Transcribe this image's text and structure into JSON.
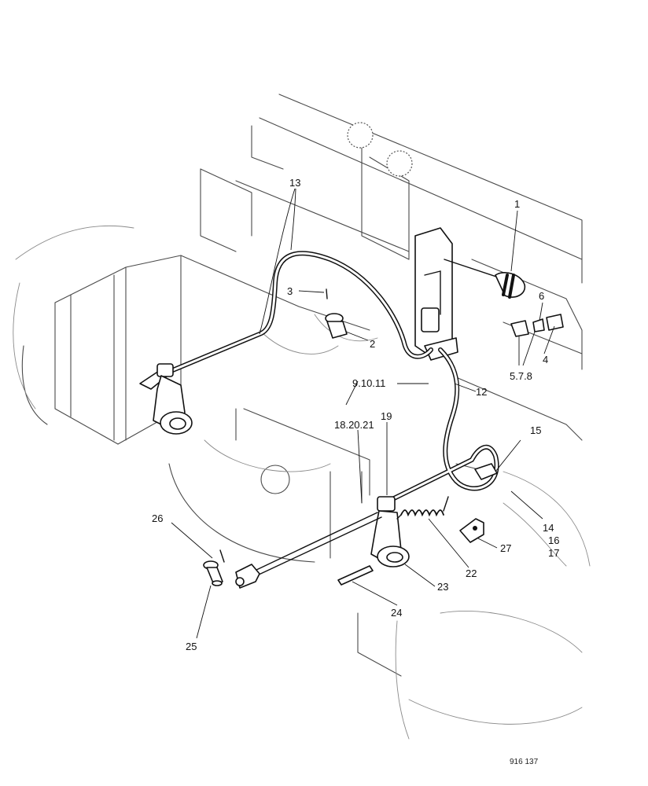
{
  "callouts": {
    "c1": "1",
    "c2": "2",
    "c3": "3",
    "c4": "4",
    "c5": "5.7.8",
    "c6": "6",
    "c9": "9.10.11",
    "c12": "12",
    "c13": "13",
    "c14": "14",
    "c15": "15",
    "c16": "16",
    "c17": "17",
    "c18": "18.20.21",
    "c19": "19",
    "c22": "22",
    "c23": "23",
    "c24": "24",
    "c25": "25",
    "c26": "26",
    "c27": "27"
  },
  "figure_code": "916 137"
}
